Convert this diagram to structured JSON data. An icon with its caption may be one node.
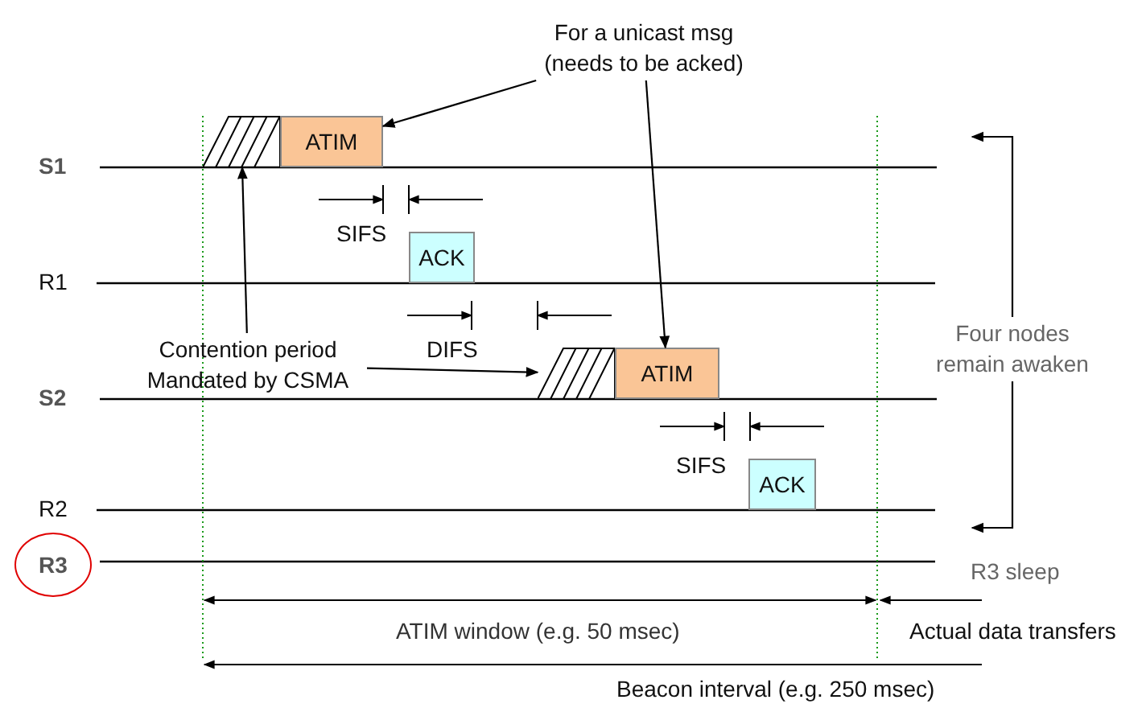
{
  "diagram": {
    "nodes": [
      {
        "text": [
          "For a unicast msg (needs to be acked)"
        ]
      },
      {
        "text": [],
        "shape": "box"
      },
      {
        "text": [
          "ATIM"
        ]
      },
      {
        "text": [
          "ACK"
        ]
      },
      {
        "text": [
          "Contention period Mandated by CSMA"
        ]
      },
      {
        "text": [],
        "shape": "box"
      },
      {
        "text": [
          "ATIM"
        ]
      },
      {
        "text": [
          "Four nodes remain awaken"
        ]
      },
      {
        "text": [
          "ACK"
        ]
      },
      {
        "text": [
          "R3"
        ]
      }
    ],
    "edges": [
      {
        "from": 0,
        "to": 2,
        "arrow": "to"
      },
      {
        "from": 0,
        "to": 6,
        "arrow": "to"
      },
      {
        "from": 4,
        "to": 1,
        "arrow": "to"
      },
      {
        "from": 4,
        "to": 5,
        "arrow": "to"
      },
      {
        "from": 7,
        "to": null,
        "arrow": "to"
      },
      {
        "from": 7,
        "to": null,
        "arrow": "to"
      }
    ],
    "labels": [
      "S1",
      "SIFS",
      "R1",
      "DIFS",
      "S2",
      "SIFS",
      "R2",
      "R3 sleep",
      "ATIM window (e.g. 50 msec)",
      "Actual data transfers",
      "Beacon interval (e.g. 250 msec)"
    ]
  }
}
